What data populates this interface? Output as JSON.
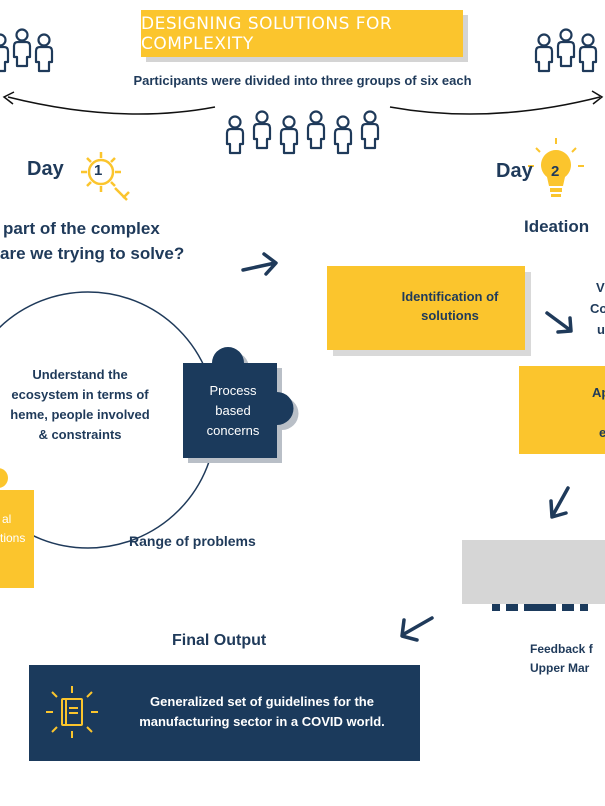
{
  "title": "DESIGNING SOLUTIONS FOR COMPLEXITY",
  "subtitle": "Participants were divided into three groups of six each",
  "day1": {
    "label": "Day",
    "number": "1",
    "question_line1": "part of the complex",
    "question_line2": "are we trying to solve?",
    "circle_text": [
      "Understand the",
      "ecosystem in terms of",
      "heme, people involved",
      "& constraints"
    ],
    "puzzle_text": [
      "Process",
      "based",
      "concerns"
    ],
    "left_box_text": [
      "al",
      "tions"
    ],
    "range_label": "Range of problems"
  },
  "day2": {
    "label": "Day",
    "number": "2",
    "ideation": "Ideation",
    "box1_text": [
      "Identification of",
      "solutions"
    ],
    "side_text": [
      "V",
      "Co",
      "u"
    ],
    "box2_text": [
      "Ap",
      "e"
    ],
    "feedback": [
      "Feedback f",
      "Upper Mar"
    ]
  },
  "final": {
    "title": "Final Output",
    "text": [
      "Generalized set of guidelines for the",
      "manufacturing sector in a COVID world."
    ]
  },
  "colors": {
    "navy": "#1f3a5a",
    "yellow": "#fbc52d",
    "grey": "#d6d6d6"
  },
  "icons": [
    "people-group-icon",
    "gear-wrench-icon",
    "lightbulb-icon",
    "flask-gear-icon",
    "network-icon",
    "audience-icon",
    "book-icon",
    "arrow-icon"
  ]
}
